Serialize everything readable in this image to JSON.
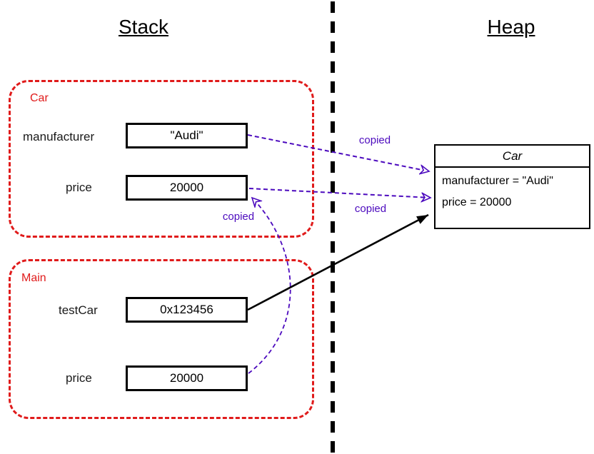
{
  "titles": {
    "stack": "Stack",
    "heap": "Heap"
  },
  "stack": {
    "car_frame": {
      "label": "Car",
      "fields": [
        {
          "name": "manufacturer",
          "value": "\"Audi\""
        },
        {
          "name": "price",
          "value": "20000"
        }
      ]
    },
    "main_frame": {
      "label": "Main",
      "fields": [
        {
          "name": "testCar",
          "value": "0x123456"
        },
        {
          "name": "price",
          "value": "20000"
        }
      ]
    }
  },
  "heap": {
    "object": {
      "title": "Car",
      "lines": [
        "manufacturer = \"Audi\"",
        "price = 20000"
      ]
    }
  },
  "annotations": {
    "copy_labels": [
      "copied",
      "copied",
      "copied"
    ]
  },
  "colors": {
    "frame_red": "#e01b1b",
    "arrow_blue": "#4c0abe",
    "line_black": "#000000"
  }
}
